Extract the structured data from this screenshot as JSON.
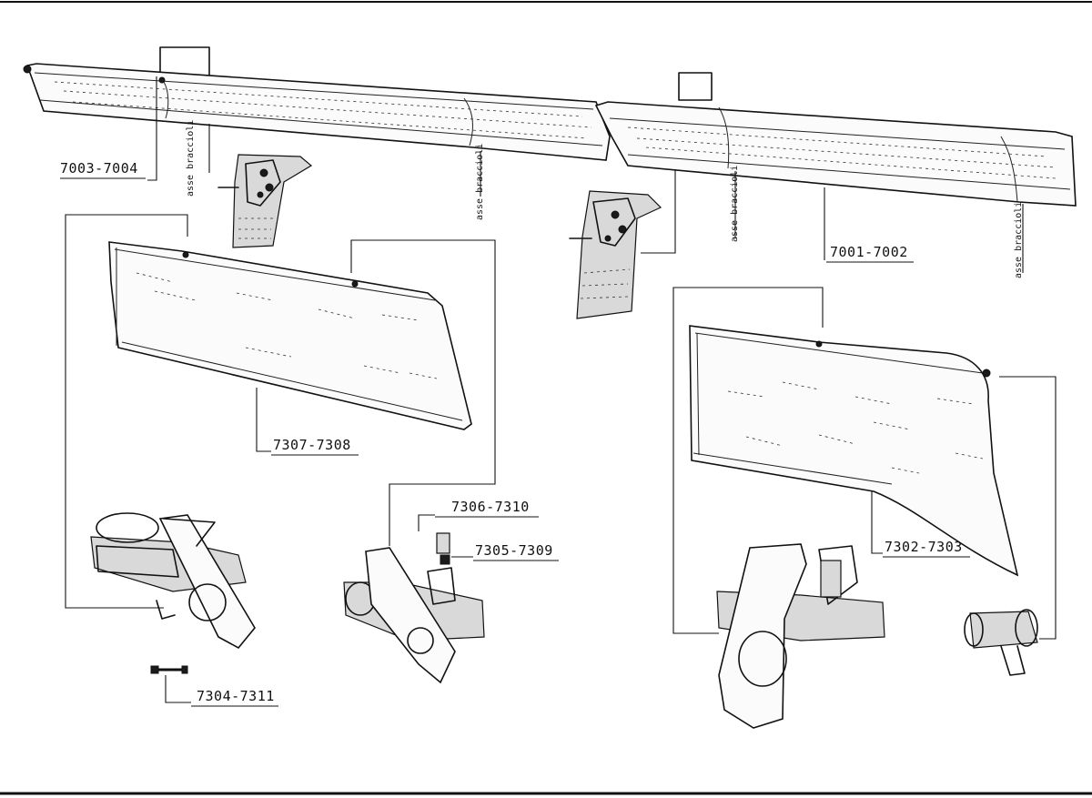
{
  "labels": {
    "part_7003_7004": "7003-7004",
    "part_7001_7002": "7001-7002",
    "part_7307_7308": "7307-7308",
    "part_7306_7310": "7306-7310",
    "part_7305_7309": "7305-7309",
    "part_7302_7303": "7302-7303",
    "part_7304_7311": "7304-7311"
  },
  "axis_labels": {
    "left_outer": "asse braccioli",
    "left_inner": "asse braccioli",
    "right_inner": "asse braccioli",
    "right_outer": "asse braccioli"
  }
}
